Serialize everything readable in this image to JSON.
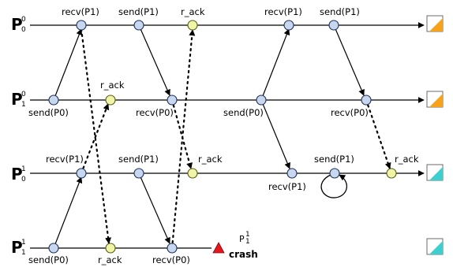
{
  "processes": [
    {
      "name": "P",
      "sup": "0",
      "sub": "0"
    },
    {
      "name": "P",
      "sup": "0",
      "sub": "1"
    },
    {
      "name": "P",
      "sup": "1",
      "sub": "0"
    },
    {
      "name": "P",
      "sup": "1",
      "sub": "1"
    }
  ],
  "event_labels": {
    "l0_recv": "recv(P1)",
    "l0_send": "send(P1)",
    "l0_rack": "r_ack",
    "l0_recv2": "recv(P1)",
    "l0_send2": "send(P1)",
    "l1_send": "send(P0)",
    "l1_rack": "r_ack",
    "l1_recv": "recv(P0)",
    "l1_send2": "send(P0)",
    "l1_recv2": "recv(P0)",
    "l2_recv": "recv(P1)",
    "l2_send": "send(P1)",
    "l2_rack": "r_ack",
    "l2_recv2": "recv(P1)",
    "l2_send2": "send(P1)",
    "l2_rack2": "r_ack",
    "l3_send": "send(P0)",
    "l3_rack": "r_ack",
    "l3_recv": "recv(P0)"
  },
  "crash": {
    "proc_name": "P",
    "proc_sup": "1",
    "proc_sub": "1",
    "word": "crash"
  },
  "colors": {
    "node_blue": "#c6d7ef",
    "node_yellow": "#f0f4a6",
    "doc_orange": "#f7a21b",
    "doc_teal": "#3ccfcf",
    "crash_red": "#e8151c"
  }
}
